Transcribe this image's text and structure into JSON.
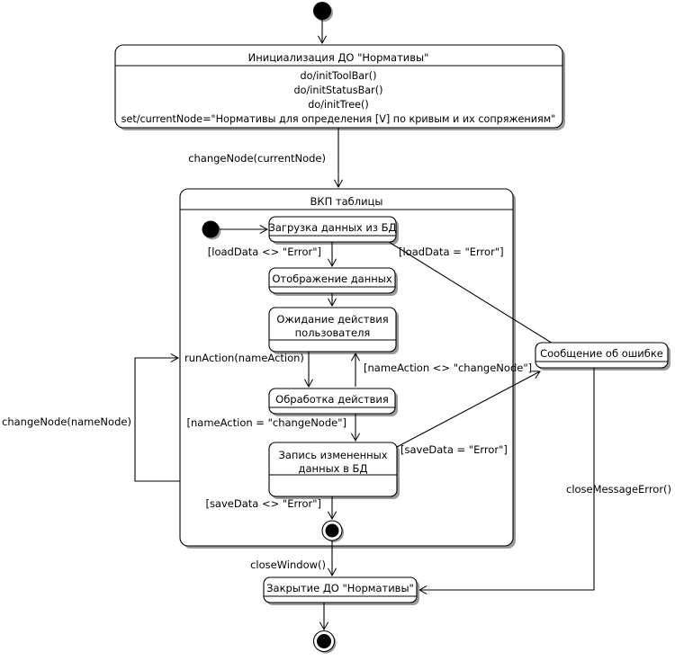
{
  "diagram": {
    "kind": "uml-state-machine-diagram",
    "language": "ru"
  },
  "states": {
    "init": {
      "name": "Инициализация ДО \"Нормативы\"",
      "actions": [
        "do/initToolBar()",
        "do/initStatusBar()",
        "do/initTree()",
        "set/currentNode=\"Нормативы для определения [V] по кривым и их сопряжениям\""
      ]
    },
    "composite": {
      "name": "ВКП таблицы"
    },
    "load_data": {
      "name": "Загрузка данных из БД"
    },
    "show_data": {
      "name": "Отображение данных"
    },
    "wait_action": {
      "name_line1": "Ожидание действия",
      "name_line2": "пользователя"
    },
    "process_action": {
      "name": "Обработка действия"
    },
    "save_data": {
      "name_line1": "Запись измененных",
      "name_line2": "данных в БД"
    },
    "error_message": {
      "name": "Сообщение об ошибке"
    },
    "close": {
      "name": "Закрытие ДО \"Нормативы\""
    }
  },
  "transitions": {
    "init_to_composite": "changeNode(currentNode)",
    "load_ok": "[loadData <> \"Error\"]",
    "load_error": "[loadData = \"Error\"]",
    "run_action": "runAction(nameAction)",
    "action_not_change": "[nameAction <> \"changeNode\"]",
    "action_is_change": "[nameAction = \"changeNode\"]",
    "save_ok": "[saveData <> \"Error\"]",
    "save_error": "[saveData = \"Error\"]",
    "change_node_loop": "changeNode(nameNode)",
    "close_window": "closeWindow()",
    "close_message_error": "closeMessageError()"
  },
  "colors": {
    "stroke": "#000000",
    "fill": "#ffffff",
    "shadow": "#9a9a9a"
  }
}
